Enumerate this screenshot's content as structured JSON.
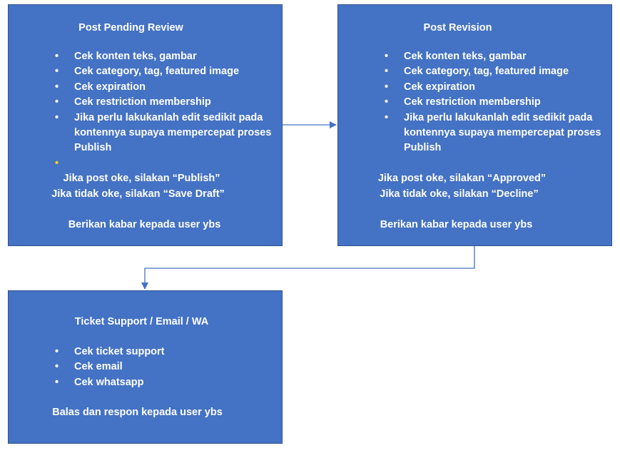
{
  "boxes": {
    "pending": {
      "title": "Post Pending Review",
      "items": [
        "Cek konten teks, gambar",
        "Cek category, tag, featured image",
        "Cek expiration",
        "Cek restriction membership",
        "Jika perlu lakukanlah edit sedikit pada kontennya supaya mempercepat proses Publish"
      ],
      "line1": "Jika post oke, silakan “Publish”",
      "line2": "Jika tidak oke, silakan “Save Draft”",
      "footer": "Berikan kabar kepada user ybs"
    },
    "revision": {
      "title": "Post Revision",
      "items": [
        "Cek konten teks, gambar",
        "Cek category, tag, featured image",
        "Cek expiration",
        "Cek restriction membership",
        "Jika perlu lakukanlah edit sedikit pada kontennya supaya mempercepat proses Publish"
      ],
      "line1": "Jika post oke, silakan “Approved”",
      "line2": "Jika tidak oke, silakan “Decline”",
      "footer": "Berikan kabar kepada user ybs"
    },
    "support": {
      "title": "Ticket Support / Email / WA",
      "items": [
        "Cek ticket support",
        "Cek email",
        "Cek whatsapp"
      ],
      "footer": "Balas dan respon kepada user ybs"
    }
  },
  "colors": {
    "box_fill": "#4472c4",
    "box_border": "#2f528f",
    "text": "#ffffff",
    "stray_bullet": "#ffd400",
    "connector": "#4472c4"
  }
}
